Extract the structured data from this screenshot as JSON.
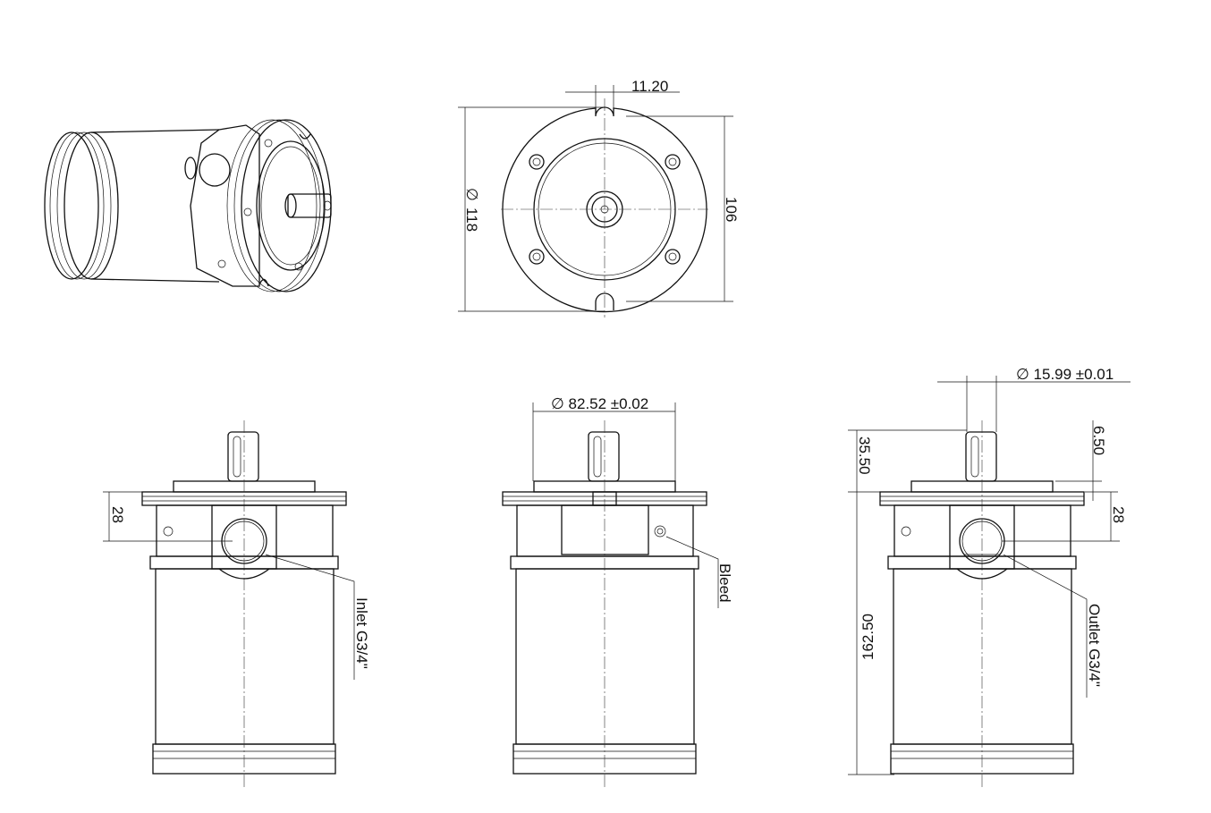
{
  "drawing": {
    "dimensions": {
      "slot_width": "11.20",
      "outer_diameter_symbol": "∅",
      "outer_diameter": "118",
      "bolt_span": "106",
      "pilot_diameter": "∅ 82.52 ±0.02",
      "shaft_diameter": "∅ 15.99 ±0.01",
      "port_height_left": "28",
      "port_height_right": "28",
      "shaft_length": "35.50",
      "pilot_height": "6.50",
      "body_length": "162.50"
    },
    "callouts": {
      "inlet": "Inlet G3/4\"",
      "bleed": "Bleed",
      "outlet": "Outlet G3/4\""
    }
  }
}
